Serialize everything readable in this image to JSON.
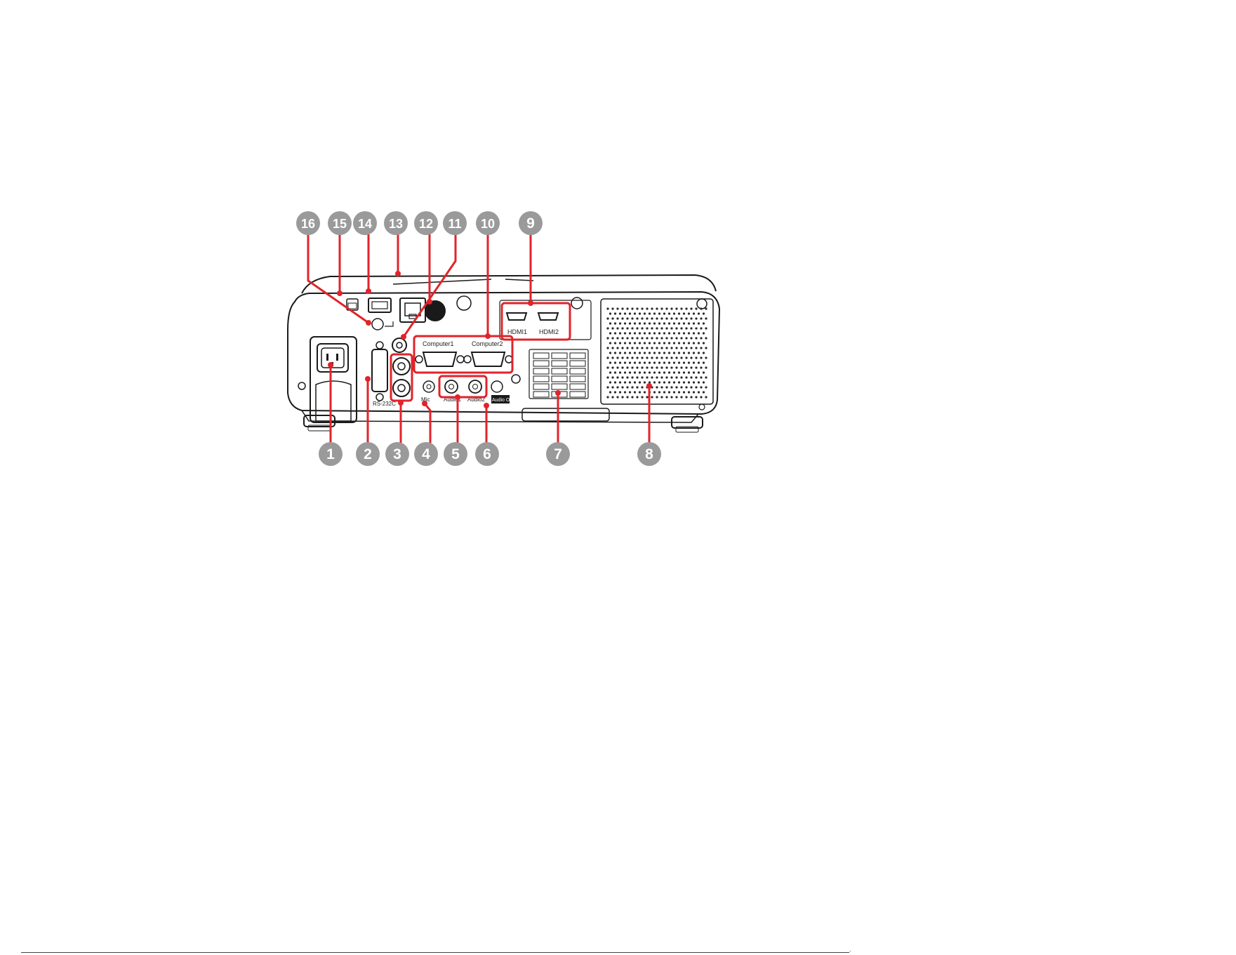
{
  "colors": {
    "callout_bubble": "#9a9a9a",
    "leader_line": "#e2232a",
    "body_outline": "#1a1a1a",
    "grille_dot": "#2a2a2a"
  },
  "port_labels": {
    "computer1": "Computer1",
    "computer2": "Computer2",
    "hdmi1": "HDMI1",
    "hdmi2": "HDMI2",
    "rs232c": "RS-232C",
    "mic": "Mic",
    "audio1": "Audio1",
    "audio2": "Audio2",
    "audio_out": "Audio Out"
  },
  "callouts": [
    {
      "label": "1"
    },
    {
      "label": "2"
    },
    {
      "label": "3"
    },
    {
      "label": "4"
    },
    {
      "label": "5"
    },
    {
      "label": "6"
    },
    {
      "label": "7"
    },
    {
      "label": "8"
    },
    {
      "label": "9"
    },
    {
      "label": "10"
    },
    {
      "label": "11"
    },
    {
      "label": "12"
    },
    {
      "label": "13"
    },
    {
      "label": "14"
    },
    {
      "label": "15"
    },
    {
      "label": "16"
    }
  ],
  "footer": {
    "mark": "."
  }
}
